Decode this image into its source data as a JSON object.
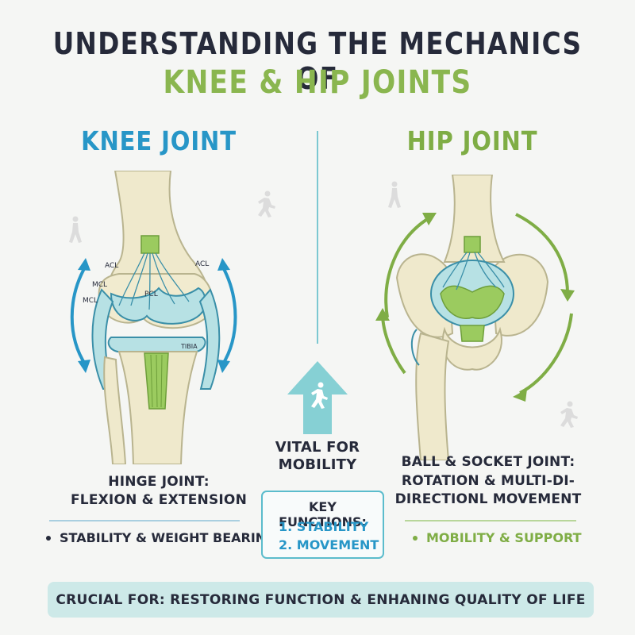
{
  "title": {
    "line1": "UNDERSTANDING THE MECHANICS OF",
    "line2": "KNEE & HIP JOINTS"
  },
  "knee": {
    "heading": "KNEE JOINT",
    "labels": {
      "acl_left": "ACL",
      "mcl_1": "MCL",
      "mcl_2": "MCL",
      "acl_right": "ACL",
      "pcl": "PCL",
      "tibia": "TIBIA"
    },
    "caption_line1": "HINGE JOINT:",
    "caption_line2": "FLEXION & EXTENSION",
    "bullet": "STABILITY & WEIGHT BEARING"
  },
  "hip": {
    "heading": "HIP JOINT",
    "caption_line1": "BALL & SOCKET JOINT:",
    "caption_line2": "ROTATION & MULTI-DI-",
    "caption_line3": "DIRECTIONL MOVEMENT",
    "bullet": "MOBILITY & SUPPORT"
  },
  "center": {
    "vital_line1": "VITAL FOR",
    "vital_line2": "MOBILITY",
    "key_functions_title": "KEY FUNCTIONS:",
    "key_functions": [
      "1. STABILITY",
      "2. MOVEMENT"
    ]
  },
  "footer": {
    "text": "CRUCIAL FOR: RESTORING FUNCTION & ENHANING QUALITY OF LIFE"
  },
  "colors": {
    "navy": "#262a3a",
    "blue": "#2796c7",
    "green": "#8ab64f",
    "teal": "#5bbccc",
    "bone": "#efe9cc",
    "cartilage": "#b7e1e4"
  },
  "icons": [
    "walking-person-icon",
    "running-person-icon",
    "up-arrow-icon",
    "rotation-arrow-icon",
    "flex-arrow-icon"
  ]
}
